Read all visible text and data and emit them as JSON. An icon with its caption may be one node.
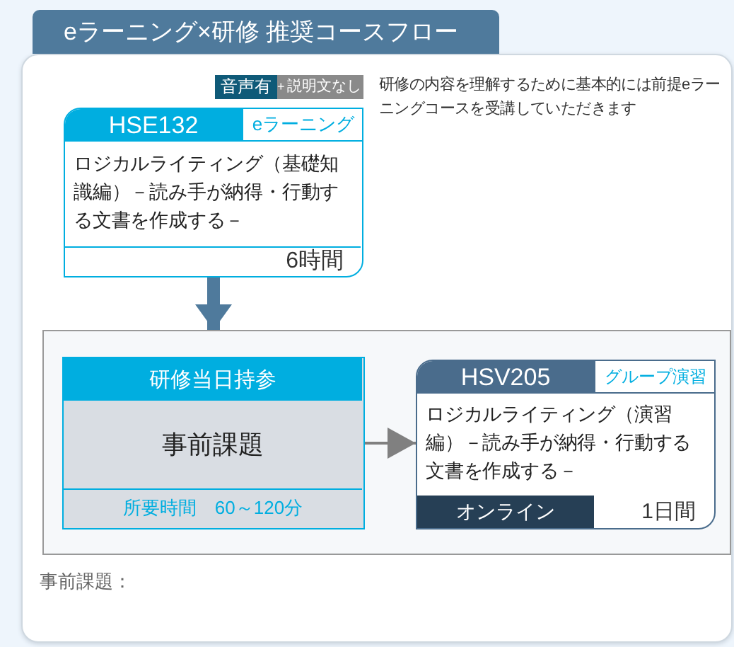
{
  "diagram": {
    "title": "eラーニング×研修 推奨コースフロー",
    "nodes": [
      {
        "text": [
          "HSE132",
          "eラーニング",
          "ロジカルライティング（基礎知識編）－読み手が納得・行動する文書を作成する－",
          "6時間"
        ],
        "beside": [
          "音声有",
          "+",
          "説明文なし"
        ]
      },
      {
        "text": [],
        "shape": "box"
      },
      {
        "text": [
          "研修当日持参",
          "事前課題",
          "所要時間　60～120分"
        ],
        "in": 1
      },
      {
        "text": [
          "HSV205",
          "グループ演習",
          "ロジカルライティング（演習編）－読み手が納得・行動する文書を作成する－",
          "オンライン",
          "1日間"
        ],
        "in": 1
      }
    ],
    "edges": [
      {
        "from": 0,
        "to": 1,
        "arrow": "to",
        "style": "thick",
        "color": "#4f7a9c"
      },
      {
        "from": 2,
        "to": 3,
        "arrow": "to"
      }
    ],
    "labels": [
      "研修の内容を理解するために基本的には前提eラーニングコースを受講していただきます",
      "事前課題："
    ]
  }
}
